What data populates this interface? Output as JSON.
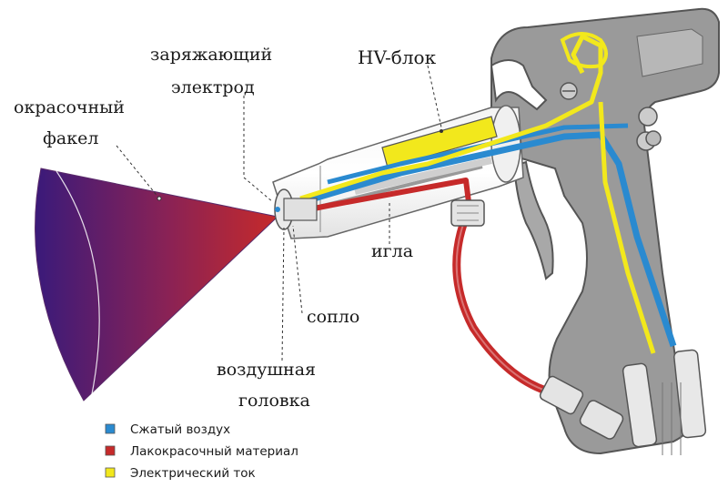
{
  "labels": {
    "spray_fan": [
      "окрасочный",
      "факел"
    ],
    "charging_electrode": [
      "заряжающий",
      "электрод"
    ],
    "hv_block": "HV-блок",
    "needle": "игла",
    "nozzle": "сопло",
    "air_cap": [
      "воздушная",
      "головка"
    ]
  },
  "legend": [
    {
      "label": "Сжатый воздух",
      "color": "#2a8ad0"
    },
    {
      "label": "Лакокрасочный материал",
      "color": "#c62a2a"
    },
    {
      "label": "Электрический ток",
      "color": "#f2e81c"
    }
  ],
  "colors": {
    "body": "#9a9a9a",
    "body_dark": "#6f6f6f",
    "air": "#2a8ad0",
    "paint": "#c62a2a",
    "current": "#f2e81c",
    "fan_start": "#3a1a7a",
    "fan_end": "#c62a2a"
  }
}
